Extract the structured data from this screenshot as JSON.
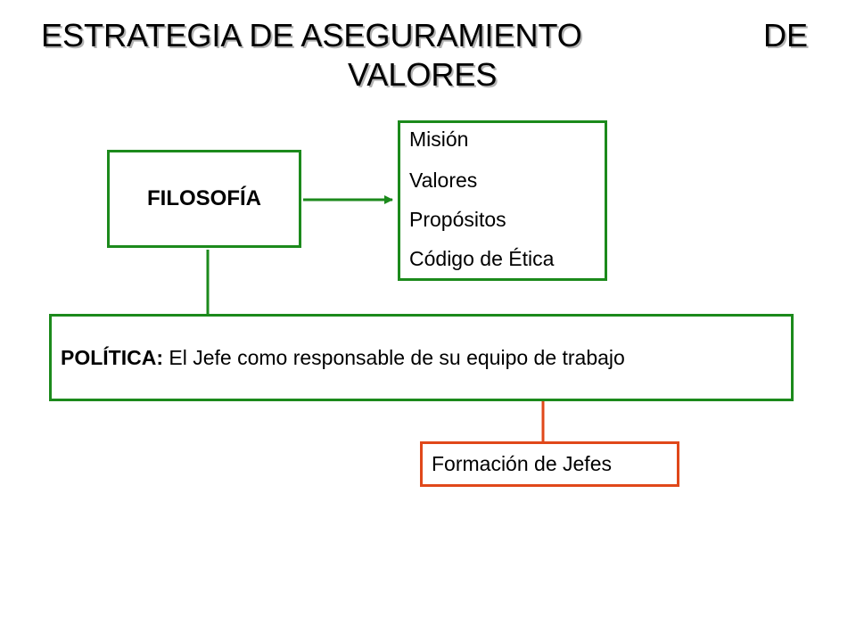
{
  "title": {
    "line1_left": "ESTRATEGIA DE ASEGURAMIENTO",
    "line1_right": "DE",
    "line2": "VALORES"
  },
  "filosofia": {
    "label": "FILOSOFÍA"
  },
  "filosofia_items": [
    "Misión",
    "Valores",
    "Propósitos",
    "Código de Ética"
  ],
  "politica": {
    "label": "POLÍTICA:",
    "text": " El Jefe como responsable de su equipo de trabajo"
  },
  "formacion": {
    "label": "Formación de Jefes"
  },
  "colors": {
    "green": "#1c8a1c",
    "orange": "#e0481a"
  }
}
